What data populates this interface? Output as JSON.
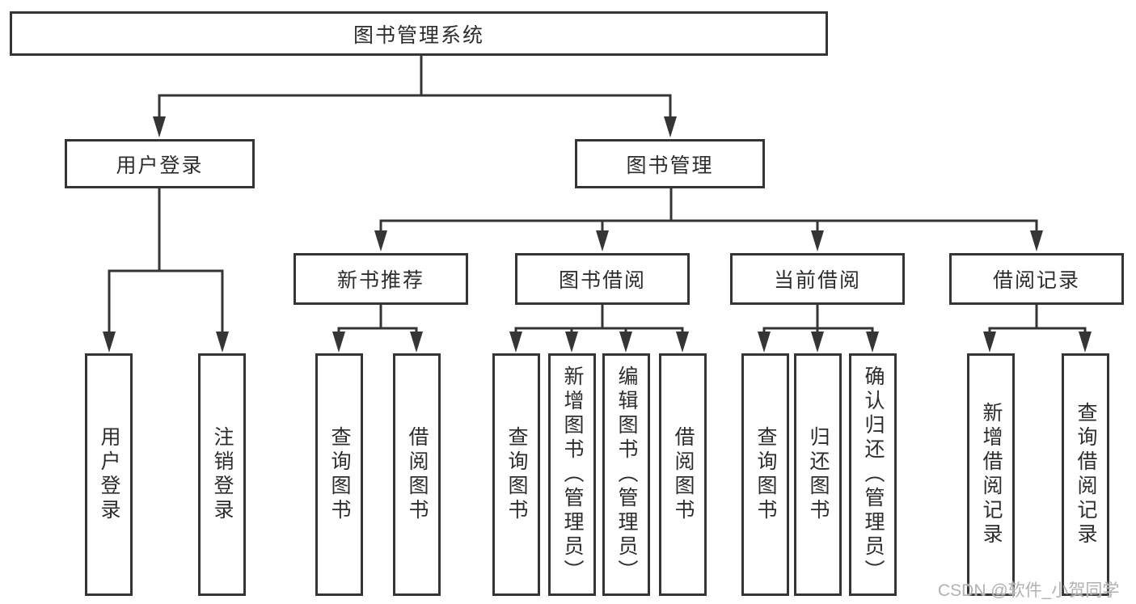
{
  "diagram": {
    "title": "图书管理系统",
    "nodes": {
      "root": "图书管理系统",
      "user_login": "用户登录",
      "book_mgmt": "图书管理",
      "new_book_rec": "新书推荐",
      "book_borrow": "图书借阅",
      "current_borrow": "当前借阅",
      "borrow_records": "借阅记录",
      "leaf_user_login": "用户登录",
      "leaf_logout": "注销登录",
      "leaf_nbr_query": "查询图书",
      "leaf_nbr_borrow": "借阅图书",
      "leaf_bb_query": "查询图书",
      "leaf_bb_add": "新增图书（管理员）",
      "leaf_bb_edit": "编辑图书（管理员）",
      "leaf_bb_borrow": "借阅图书",
      "leaf_cb_query": "查询图书",
      "leaf_cb_return": "归还图书",
      "leaf_cb_confirm": "确认归还（管理员）",
      "leaf_br_add": "新增借阅记录",
      "leaf_br_query": "查询借阅记录"
    },
    "line_color": "#353535",
    "text_color": "#2d2d2d",
    "background_color": "#ffffff"
  },
  "watermark": {
    "text": "CSDN @软件_小贺同学",
    "color": "#b2b2b2"
  }
}
